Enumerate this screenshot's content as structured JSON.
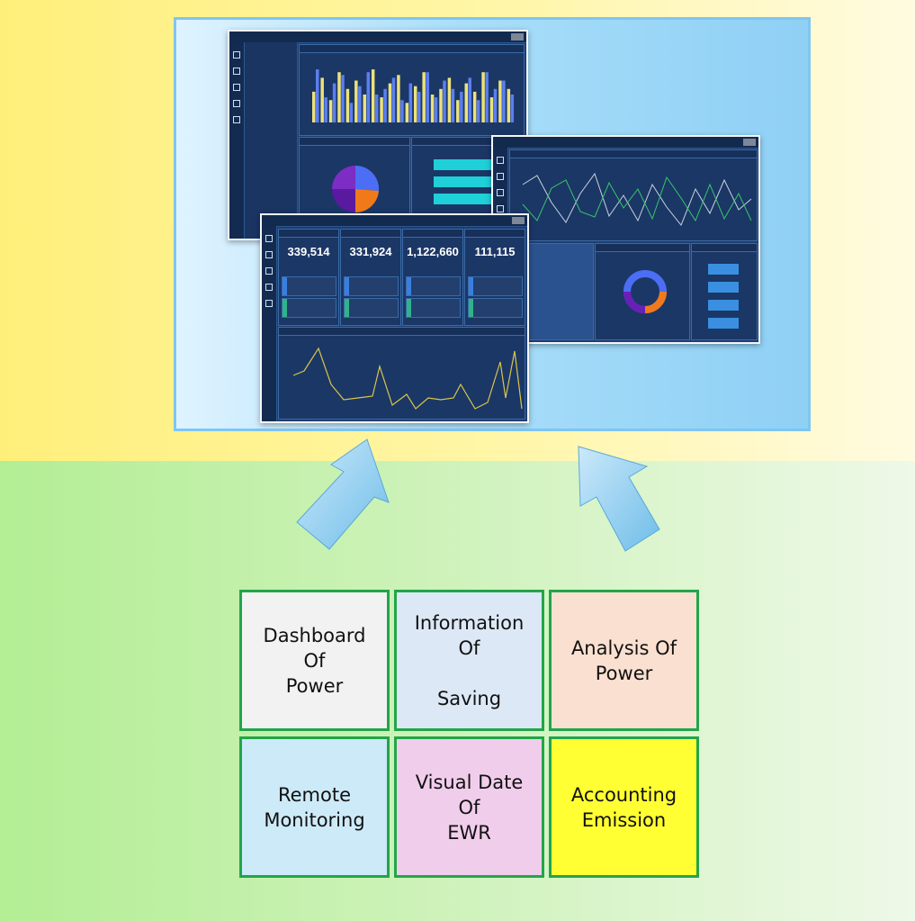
{
  "tiles": [
    {
      "text": "Dashboard\nOf\nPower",
      "color": "#f2f2f2"
    },
    {
      "text": "Information\nOf\n\nSaving",
      "color": "#dce8f6"
    },
    {
      "text": "Analysis Of\nPower",
      "color": "#fae0d0"
    },
    {
      "text": "Remote\nMonitoring",
      "color": "#cdeaf9"
    },
    {
      "text": "Visual Date\nOf\nEWR",
      "color": "#f1cdec"
    },
    {
      "text": "Accounting\nEmission",
      "color": "#ffff33"
    }
  ],
  "dashboard": {
    "kpi_values": [
      "339,514",
      "331,924",
      "1,122,660",
      "111,115"
    ]
  },
  "colors": {
    "frame_border": "#7fc6f0",
    "tile_border": "#22a54a",
    "arrow_fill": "#8ecdf2",
    "screen_bg": "#1f3d6e"
  }
}
